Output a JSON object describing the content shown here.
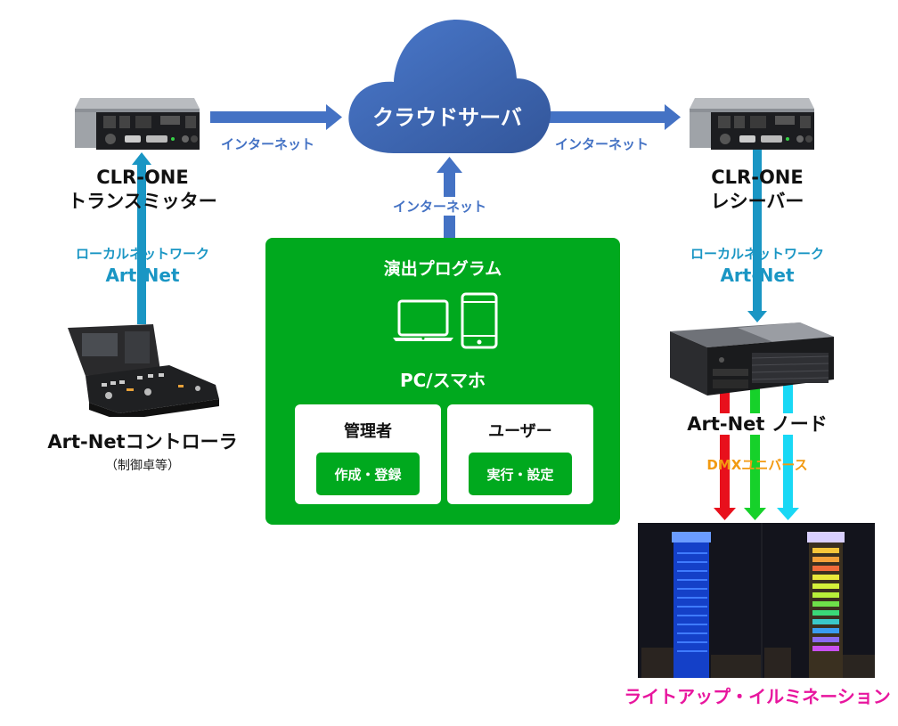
{
  "cloud": {
    "label": "クラウドサーバ",
    "icon": "cloud-icon"
  },
  "connections": {
    "internet_left": "インターネット",
    "internet_right": "インターネット",
    "internet_center": "インターネット"
  },
  "transmitter": {
    "line1": "CLR-ONE",
    "line2": "トランスミッター",
    "icon": "mini-pc-icon"
  },
  "receiver": {
    "line1": "CLR-ONE",
    "line2": "レシーバー",
    "icon": "mini-pc-icon"
  },
  "local_network_left": {
    "line1": "ローカルネットワーク",
    "line2": "Art-Net"
  },
  "local_network_right": {
    "line1": "ローカルネットワーク",
    "line2": "Art-Net"
  },
  "controller": {
    "title": "Art-Netコントローラ",
    "subtitle": "（制御卓等）",
    "icon": "lighting-console-icon"
  },
  "program": {
    "title": "演出プログラム",
    "devices_label": "PC/スマホ",
    "icons": [
      "laptop-icon",
      "smartphone-icon"
    ],
    "roles": [
      {
        "title": "管理者",
        "action": "作成・登録"
      },
      {
        "title": "ユーザー",
        "action": "実行・設定"
      }
    ]
  },
  "node": {
    "title": "Art-Net ノード",
    "icon": "server-icon"
  },
  "dmx": {
    "label": "DMXユニバース",
    "colors": [
      "#e8101c",
      "#16d12a",
      "#19d8f5"
    ]
  },
  "illumination": {
    "caption": "ライトアップ・イルミネーション"
  },
  "colors": {
    "internet_blue": "#4472c4",
    "local_teal": "#1a96c4",
    "program_green": "#00a91e",
    "dmx_orange": "#f29a11",
    "caption_magenta": "#e8169e"
  }
}
